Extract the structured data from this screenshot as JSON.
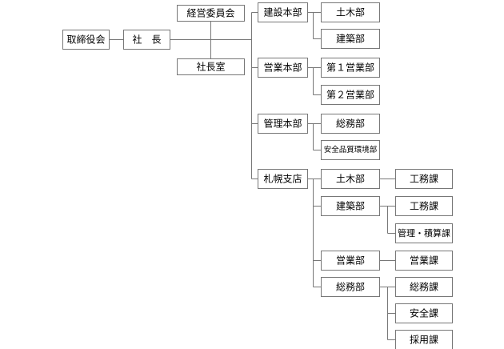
{
  "org_chart": {
    "nodes": {
      "board": "取締役会",
      "president": "社　長",
      "mgmt_committee": "経営委員会",
      "president_office": "社長室",
      "construction_hq": "建設本部",
      "civil_dept": "土木部",
      "building_dept": "建築部",
      "sales_hq": "営業本部",
      "sales1": "第１営業部",
      "sales2": "第２営業部",
      "admin_hq": "管理本部",
      "general_affairs_dept": "総務部",
      "safety_quality_env_dept": "安全品質環境部",
      "sapporo_branch": "札幌支店",
      "sapporo_civil_dept": "土木部",
      "sapporo_civil_works_section": "工務課",
      "sapporo_building_dept": "建築部",
      "sapporo_building_works_section": "工務課",
      "sapporo_mgmt_accounting_section": "管理・積算課",
      "sapporo_sales_dept": "営業部",
      "sapporo_sales_section": "営業課",
      "sapporo_general_affairs_dept": "総務部",
      "sapporo_general_affairs_section": "総務課",
      "sapporo_safety_section": "安全課",
      "sapporo_recruitment_section": "採用課"
    }
  }
}
